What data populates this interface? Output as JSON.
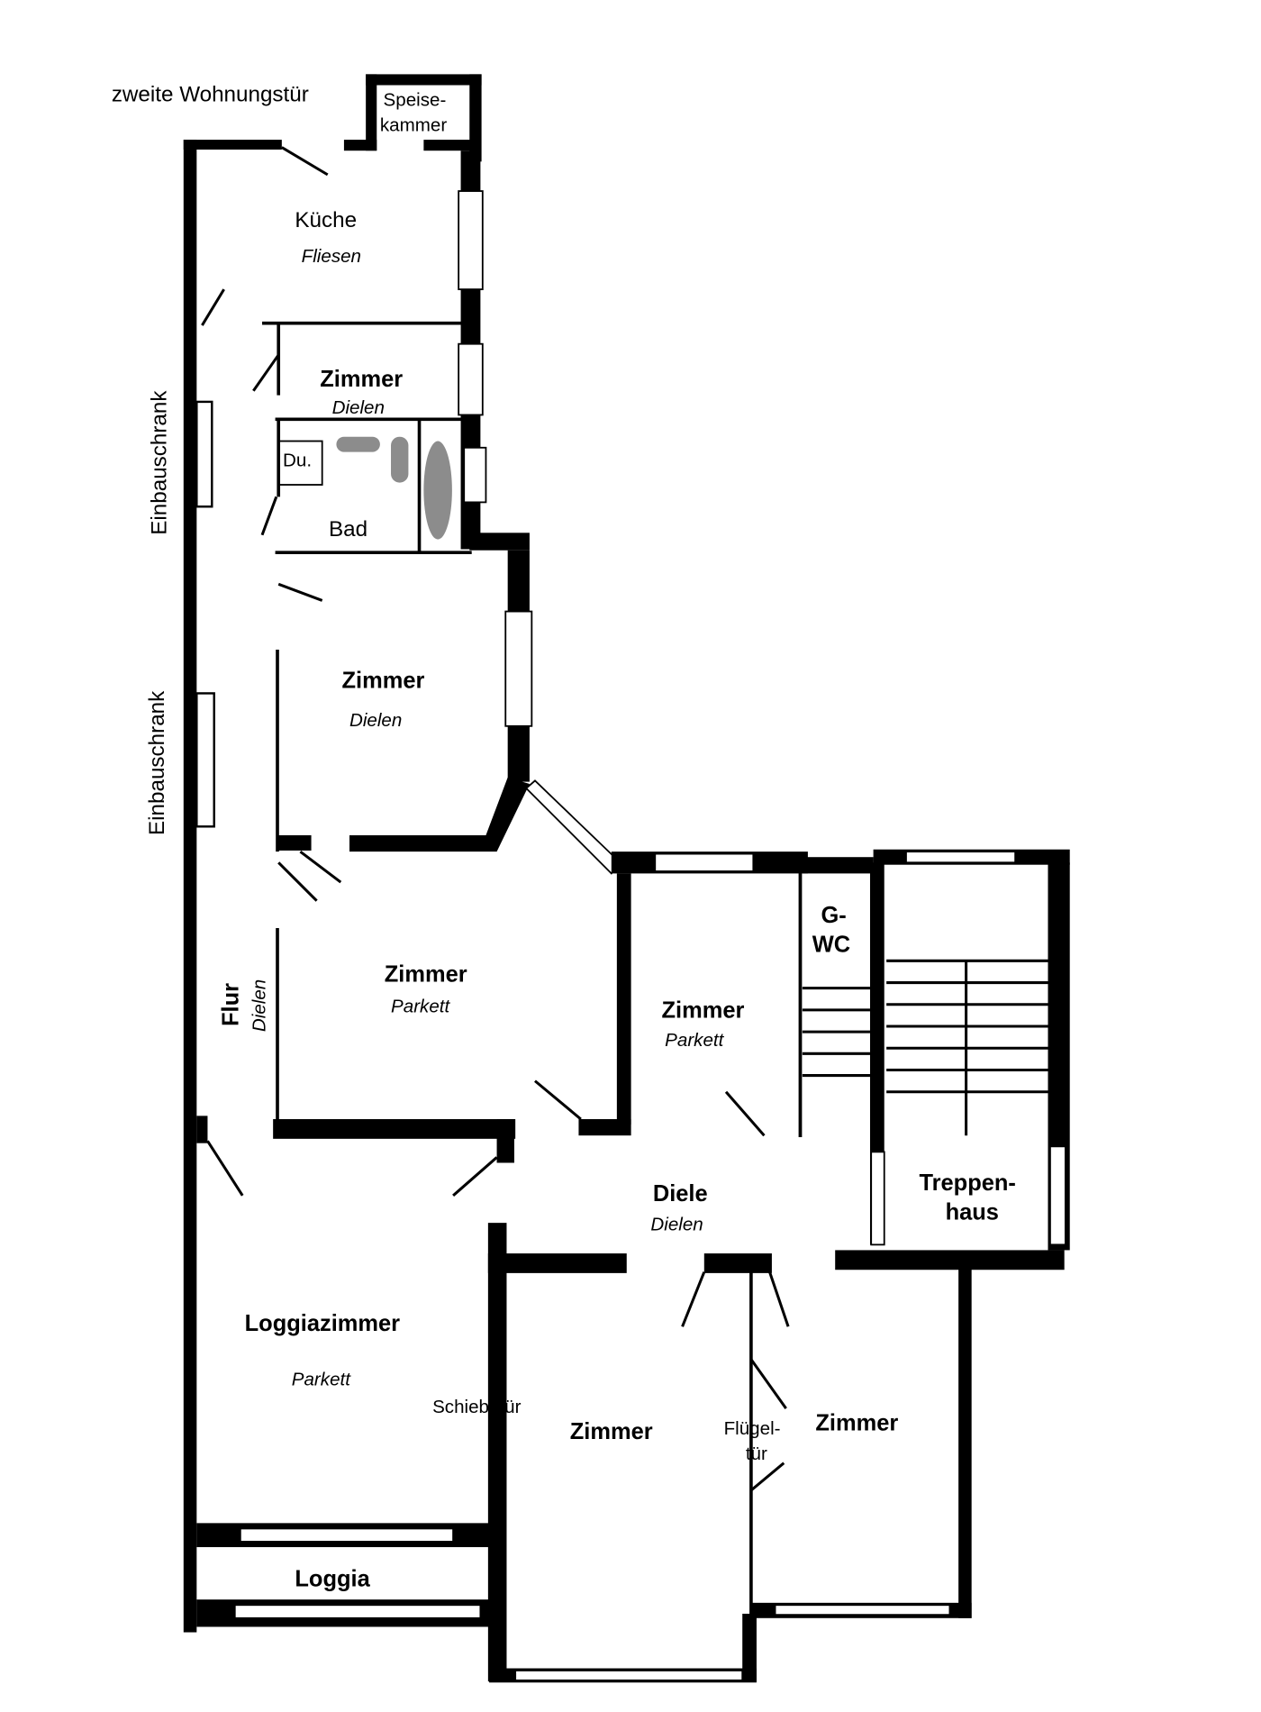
{
  "title": "Grundriss Wohnung",
  "annotations": {
    "second_door": "zweite Wohnungstür",
    "built_in_closet_1": "Einbauschrank",
    "built_in_closet_2": "Einbauschrank",
    "sliding_door": "Schiebetür",
    "double_door_1": "Flügel-",
    "double_door_2": "tür"
  },
  "rooms": {
    "pantry": {
      "line1": "Speise-",
      "line2": "kammer"
    },
    "kitchen": {
      "name": "Küche",
      "floor": "Fliesen"
    },
    "room_top": {
      "name": "Zimmer",
      "floor": "Dielen"
    },
    "shower": {
      "name": "Du."
    },
    "bath": {
      "name": "Bad"
    },
    "room_2": {
      "name": "Zimmer",
      "floor": "Dielen"
    },
    "room_3": {
      "name": "Zimmer",
      "floor": "Parkett"
    },
    "hall": {
      "name": "Flur",
      "floor": "Dielen"
    },
    "room_4": {
      "name": "Zimmer",
      "floor": "Parkett"
    },
    "wc": {
      "line1": "G-",
      "line2": "WC"
    },
    "stairs": {
      "line1": "Treppen-",
      "line2": "haus"
    },
    "diele": {
      "name": "Diele",
      "floor": "Dielen"
    },
    "loggia_room": {
      "name": "Loggiazimmer",
      "floor": "Parkett"
    },
    "room_5": {
      "name": "Zimmer"
    },
    "room_6": {
      "name": "Zimmer"
    },
    "loggia": {
      "name": "Loggia"
    }
  }
}
